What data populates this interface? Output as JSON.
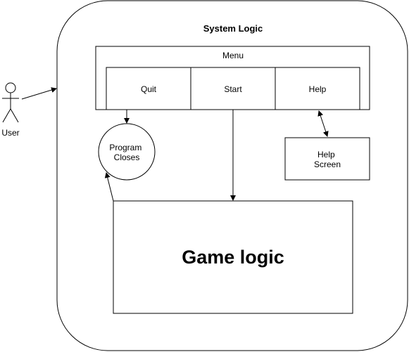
{
  "system": {
    "title": "System Logic"
  },
  "actor": {
    "label": "User"
  },
  "menu": {
    "title": "Menu",
    "items": [
      {
        "label": "Quit"
      },
      {
        "label": "Start"
      },
      {
        "label": "Help"
      }
    ]
  },
  "program_closes": {
    "line1": "Program",
    "line2": "Closes"
  },
  "help_screen": {
    "line1": "Help",
    "line2": "Screen"
  },
  "game_logic": {
    "label": "Game logic"
  },
  "colors": {
    "stroke": "#000000",
    "background": "#ffffff"
  }
}
